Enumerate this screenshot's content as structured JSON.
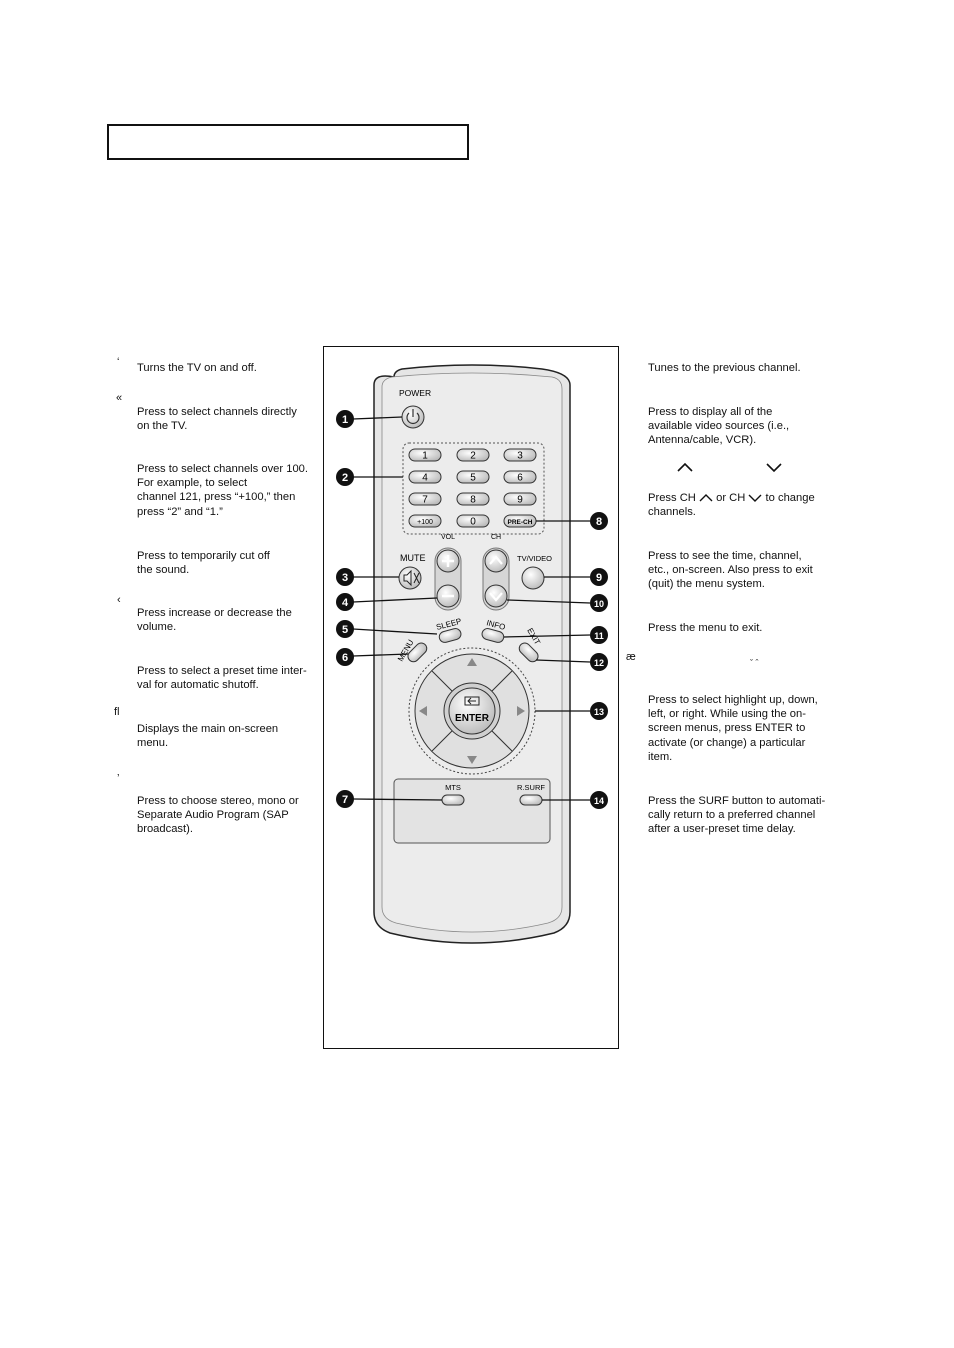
{
  "left": [
    {
      "text": "Turns the TV on and off."
    },
    {
      "text": "Press to select channels directly\non the TV."
    },
    {
      "text": "Press to select channels over 100.\nFor example, to select\nchannel 121, press “+100,” then\npress “2” and “1.”"
    },
    {
      "text": "Press to temporarily cut off\nthe sound."
    },
    {
      "text": "Press increase or decrease the\nvolume."
    },
    {
      "text": "Press to select a preset time inter-\nval for automatic shutoff."
    },
    {
      "text": "Displays the main on-screen\nmenu."
    },
    {
      "text": "Press to choose stereo, mono or\nSeparate Audio Program (SAP\nbroadcast)."
    }
  ],
  "left_marks": [
    "‘",
    "«",
    "‹",
    "ﬂ",
    "‚"
  ],
  "right": [
    {
      "text": "Tunes to the previous channel."
    },
    {
      "text": "Press to display all of the\navailable video sources (i.e.,\nAntenna/cable, VCR)."
    },
    {
      "text": "Press the menu to exit."
    },
    {
      "text": "Press to select highlight up, down,\nleft, or right. While using the on-\nscreen menus, press ENTER to\nactivate (or change) a particular\nitem."
    },
    {
      "text": "Press the SURF button to automati-\ncally return to a preferred channel\nafter a user-preset time delay."
    }
  ],
  "right_ch": {
    "prefix": "Press CH",
    "mid": "or CH",
    "suffix": "to change",
    "line2": "channels."
  },
  "right_info": {
    "text": "Press to see the time, channel,\netc., on-screen. Also press to exit\n(quit) the menu system."
  },
  "right_marks": {
    "ae": "æ",
    "small": "ˇ  ˆ"
  },
  "remote": {
    "power": "POWER",
    "keys": [
      "1",
      "2",
      "3",
      "4",
      "5",
      "6",
      "7",
      "8",
      "9",
      "+100",
      "0"
    ],
    "prech": "PRE-CH",
    "mute": "MUTE",
    "vol": "VOL",
    "ch": "CH",
    "tvvideo": "TV/VIDEO",
    "sleep": "SLEEP",
    "info": "INFO",
    "menu": "MENU",
    "exit": "EXIT",
    "enter": "ENTER",
    "mts": "MTS",
    "rsurf": "R.SURF"
  },
  "callouts": [
    "1",
    "2",
    "3",
    "4",
    "5",
    "6",
    "7",
    "8",
    "9",
    "10",
    "11",
    "12",
    "13",
    "14"
  ]
}
